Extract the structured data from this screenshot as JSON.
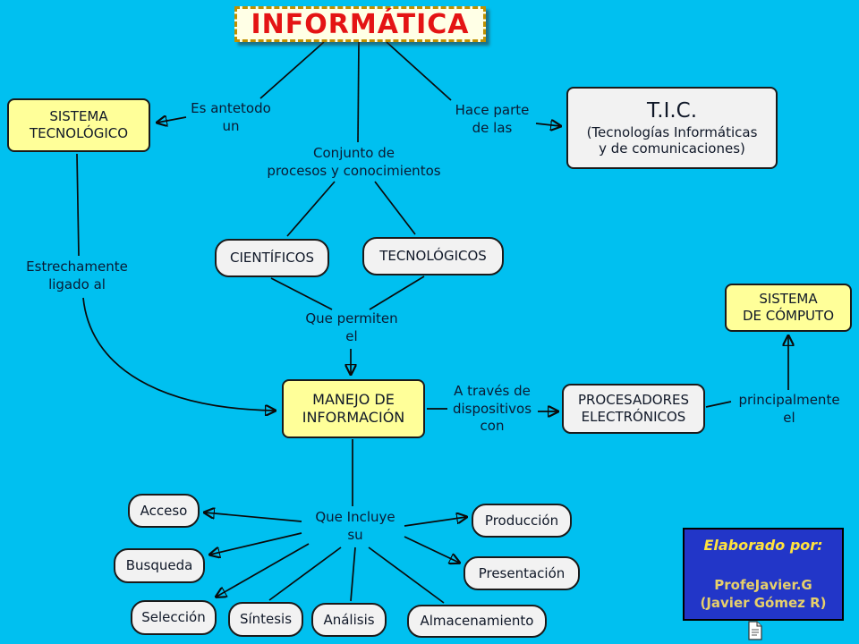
{
  "title": "INFORMÁTICA",
  "colors": {
    "background": "#00c0f0",
    "node_yellow": "#ffff99",
    "node_white": "#f2f2f2",
    "title_red": "#e41414",
    "title_box_bg": "#ffffe6",
    "credits_blue": "#2236c8",
    "credits_text_yellow": "#ffe23e",
    "line_black": "#0a0a0a"
  },
  "nodes": {
    "sistema_tecnologico": {
      "label": "SISTEMA\nTECNOLÓGICO"
    },
    "tic": {
      "title": "T.I.C.",
      "subtitle": "(Tecnologías Informáticas\ny de comunicaciones)"
    },
    "cientificos": {
      "label": "CIENTÍFICOS"
    },
    "tecnologicos": {
      "label": "TECNOLÓGICOS"
    },
    "sistema_computo": {
      "label": "SISTEMA\nDE CÓMPUTO"
    },
    "manejo": {
      "label": "MANEJO DE\nINFORMACIÓN"
    },
    "procesadores": {
      "label": "PROCESADORES\nELECTRÓNICOS"
    },
    "acceso": {
      "label": "Acceso"
    },
    "busqueda": {
      "label": "Busqueda"
    },
    "seleccion": {
      "label": "Selección"
    },
    "sintesis": {
      "label": "Síntesis"
    },
    "analisis": {
      "label": "Análisis"
    },
    "almacenamiento": {
      "label": "Almacenamiento"
    },
    "produccion": {
      "label": "Producción"
    },
    "presentacion": {
      "label": "Presentación"
    }
  },
  "links": {
    "es_antetodo": "Es antetodo\nun",
    "hace_parte": "Hace parte\nde las",
    "conjunto": "Conjunto de\nprocesos y conocimientos",
    "estrechamente": "Estrechamente\nligado al",
    "que_permiten": "Que permiten\nel",
    "a_traves": "A través de\ndispositivos\ncon",
    "principalmente": "principalmente\nel",
    "que_incluye": "Que Incluye\nsu"
  },
  "credits": {
    "heading": "Elaborado por:",
    "line1": "ProfeJavier.G",
    "line2": "(Javier Gómez R)"
  },
  "icons": {
    "document_icon": "📄"
  }
}
